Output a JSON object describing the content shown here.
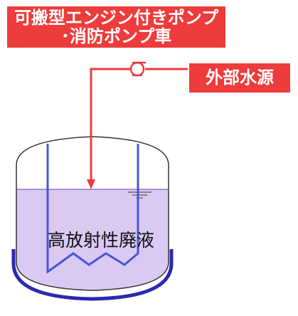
{
  "source": {
    "title_line1": "可搬型エンジン付きポンプ",
    "title_line2": "･消防ポンプ車",
    "water_source_label": "外部水源"
  },
  "tank": {
    "contents_label": "高放射性廃液"
  },
  "colors": {
    "label_box": "#ee3b3b",
    "pipe": "#ee3b3b",
    "liquid": "#d9c9f3",
    "coil": "#4a55d6",
    "tank_outline": "#333333",
    "tank_base": "#2a2ab0"
  },
  "icons": {
    "pump": "pump-icon",
    "liquid_level": "liquid-level-mark-icon"
  }
}
